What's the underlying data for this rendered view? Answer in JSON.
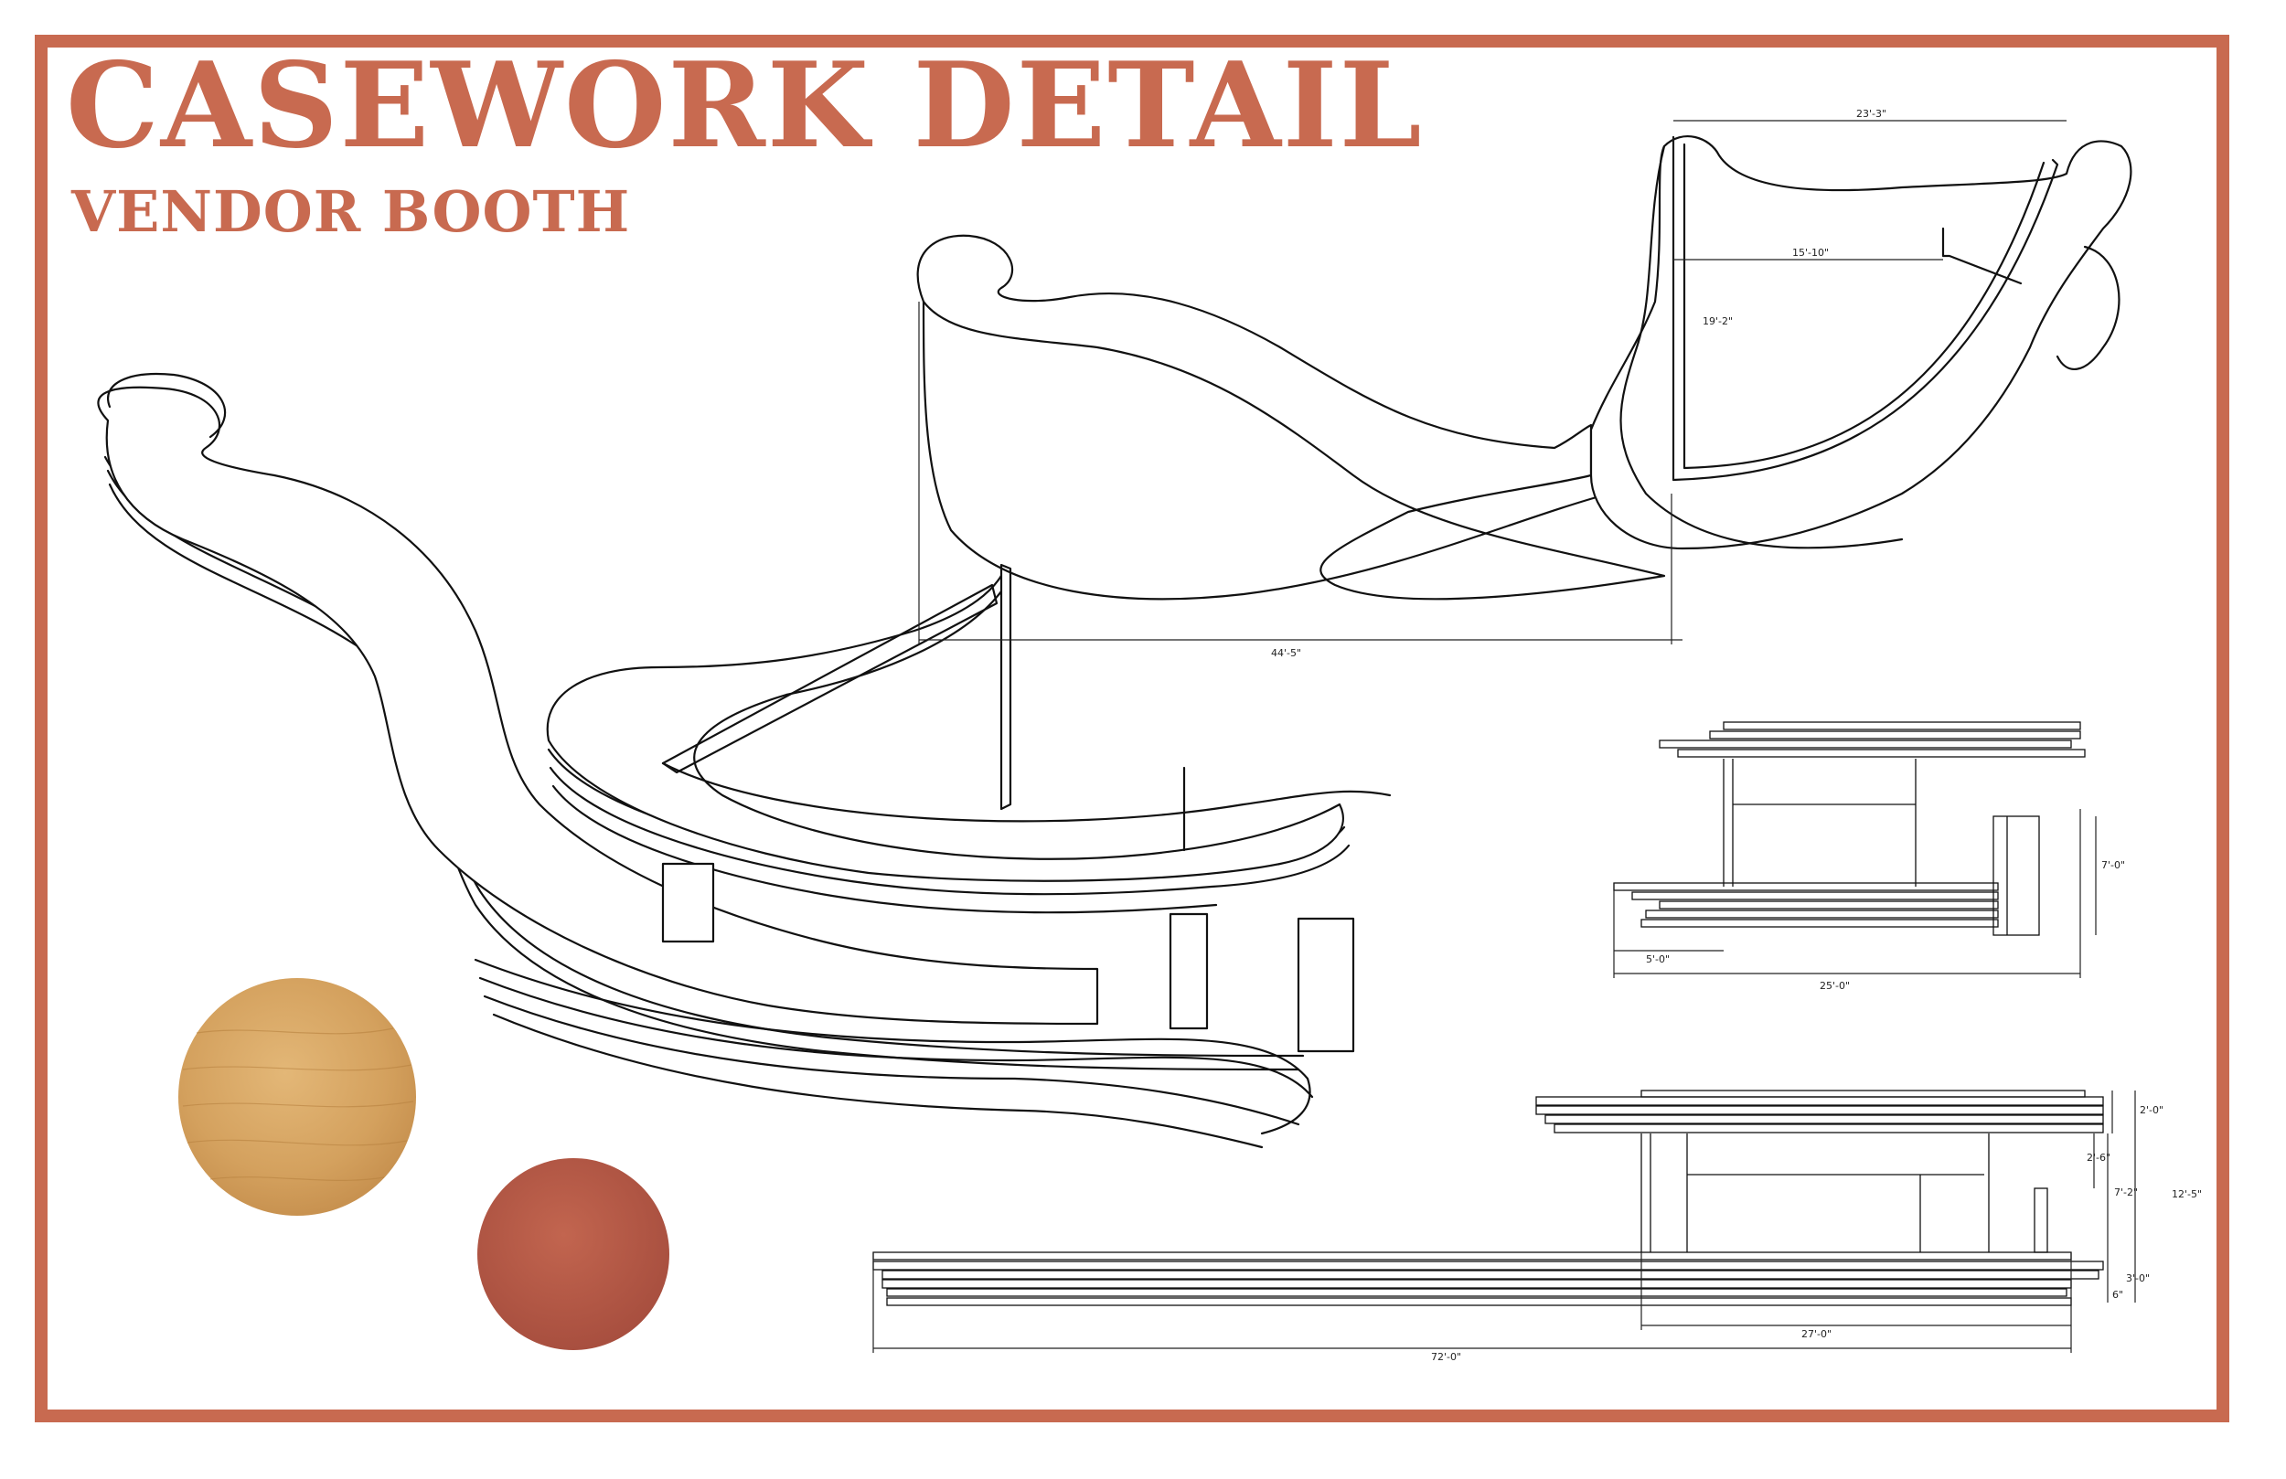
{
  "title": "CASEWORK DETAIL",
  "subtitle": "VENDOR BOOTH",
  "colors": {
    "accent": "#c86a50",
    "oak": "#d9a864",
    "terracotta": "#b8594a",
    "line": "#111111"
  },
  "swatches": [
    {
      "name": "oak-wood-swatch"
    },
    {
      "name": "terracotta-swatch"
    }
  ],
  "plan_dims": {
    "top": "23'-3\"",
    "inner": "15'-10\"",
    "depth": "19'-2\"",
    "overall": "44'-5\""
  },
  "side_elev_dims": {
    "height": "7'-0\"",
    "offset": "5'-0\"",
    "width": "25'-0\""
  },
  "front_elev_dims": {
    "top_band": "2'-0\"",
    "counter": "2'-6\"",
    "clear": "7'-2\"",
    "total": "12'-5\"",
    "base": "3'-0\"",
    "plinth": "6\"",
    "booth": "27'-0\"",
    "overall": "72'-0\""
  }
}
